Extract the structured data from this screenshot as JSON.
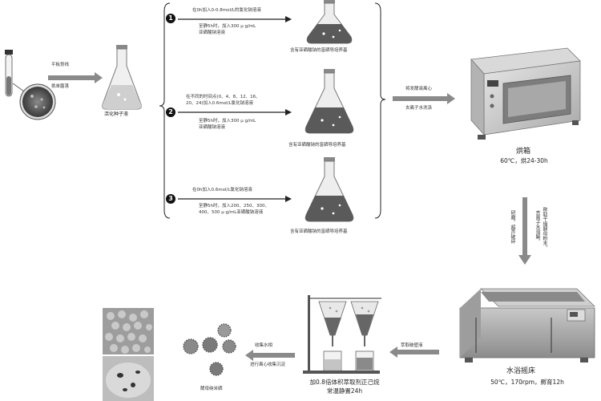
{
  "inoculate": {
    "line1": "平板划线",
    "line2": "挑单菌落"
  },
  "seed": {
    "label": "活化种子液"
  },
  "branches": [
    {
      "num": "1",
      "top1": "在0h加入0-0.8mol/L的氯化钠溶液",
      "bot1": "至静5h时，加入300 μ g/mL",
      "bot2": "亚硒酸钠溶液",
      "flask": "含有亚硒酸钠的富硒导培养基"
    },
    {
      "num": "2",
      "top1": "在不同的时间点(0、4、8、12、16、",
      "top2": "20、24)加入0.6mol/L氯化钠溶液",
      "bot1": "至静5h时，加入300 μ g/mL",
      "bot2": "亚硒酸钠溶液",
      "flask": "含有亚硒酸钠的富硒导培养基"
    },
    {
      "num": "3",
      "top1": "在0h加入0.6mol/L氯化钠溶液",
      "bot1": "至静5h时，加入200、250、300、",
      "bot2": "400、500 μ g/mL亚硒酸钠溶液",
      "flask": "含有亚硒酸钠的富硒导培养基"
    }
  ],
  "centrifuge": {
    "line1": "将发酵液离心",
    "line2": "去离子水洗涤"
  },
  "oven": {
    "name": "烘箱",
    "cond": "60℃，烘24-30h"
  },
  "grind": {
    "col1": "称取干燥酵母粉末，",
    "col2": "去离子水溶解，",
    "col3": "研磨，超声破碎"
  },
  "bath": {
    "name": "水浴摇床",
    "cond": "50℃，170rpm，孵育12h"
  },
  "extract": {
    "arrow": "萃取破壁液",
    "line1": "加0.8倍体积萃取剂正己烷",
    "line2": "常温静置24h"
  },
  "collect": {
    "line1": "收集水相",
    "line2": "进行离心收集沉淀"
  },
  "product": {
    "label": "酵母纳米硒"
  },
  "colors": {
    "line": "#222222",
    "arrow": "#8a8a8a",
    "flask_dark": "#5a5a5a",
    "flask_light": "#cfcfcf"
  }
}
